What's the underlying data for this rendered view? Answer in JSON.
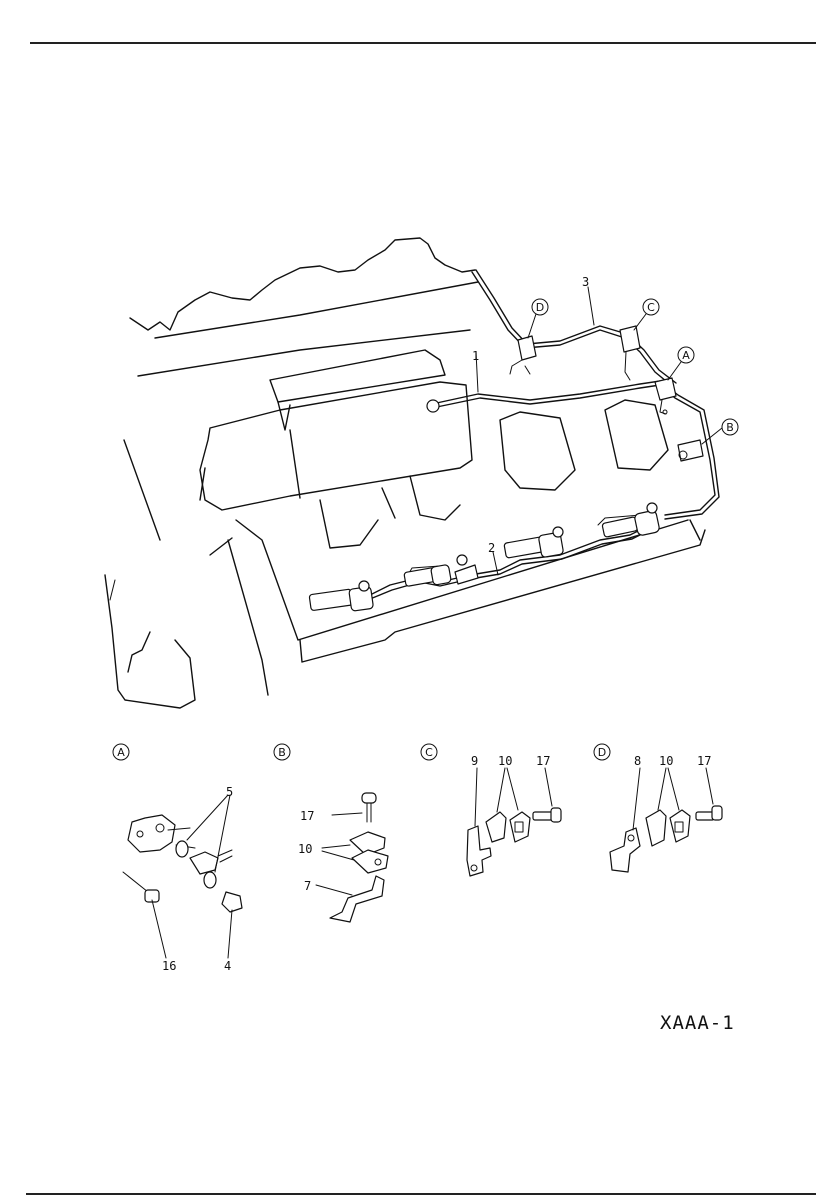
{
  "callouts": {
    "pipe_upper": "3",
    "pipe_lower": "2",
    "pipe_return": "1",
    "detail_a_washer": "5",
    "detail_a_bolt_left": "16",
    "detail_a_bolt_right": "4",
    "detail_b_bolt": "17",
    "detail_b_clamp": "10",
    "detail_b_bracket": "7",
    "detail_c_bracket": "9",
    "detail_c_clamp": "10",
    "detail_c_bolt": "17",
    "detail_d_bracket": "8",
    "detail_d_clamp": "10",
    "detail_d_bolt": "17"
  },
  "detail_markers": {
    "a": "A",
    "b": "B",
    "c": "C",
    "d": "D"
  },
  "figure_code": "XAAA-1"
}
